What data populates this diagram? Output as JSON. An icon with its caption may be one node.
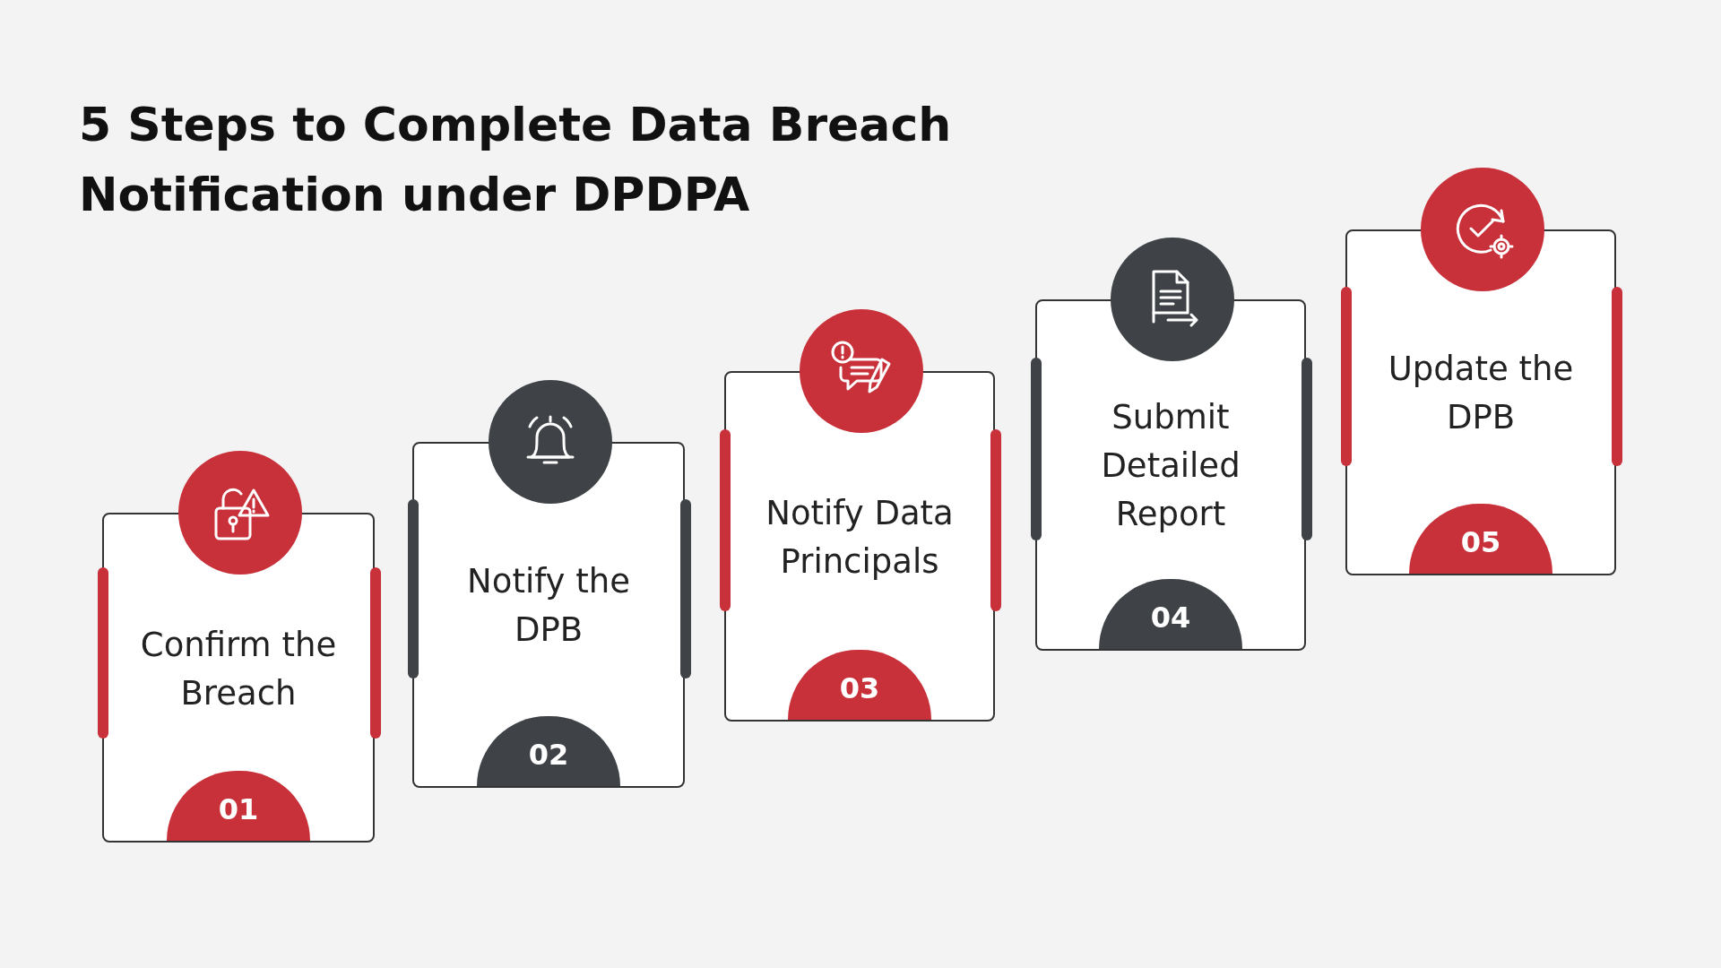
{
  "diagram": {
    "title": "5 Steps to Complete Data Breach Notification under DPDPA",
    "nodes": [
      {
        "text": [
          "Confirm the Breach",
          "01"
        ]
      },
      {
        "text": [
          "Notify the DPB",
          "02"
        ]
      },
      {
        "text": [
          "Notify Data Principals",
          "03"
        ]
      },
      {
        "text": [
          "Submit Detailed Report",
          "04"
        ]
      },
      {
        "text": [
          "Update the DPB",
          "05"
        ]
      }
    ]
  }
}
